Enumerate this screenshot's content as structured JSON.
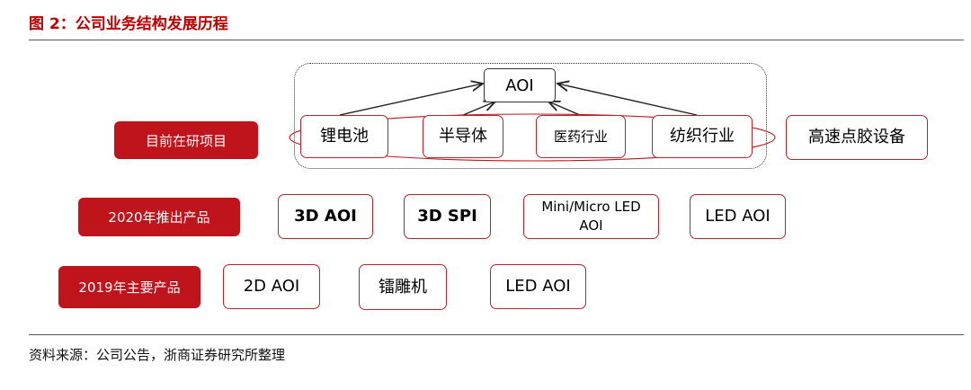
{
  "figure": {
    "title": "图 2：公司业务结构发展历程",
    "source": "资料来源：公司公告，浙商证券研究所整理"
  },
  "rows": [
    {
      "category": "目前在研项目",
      "items": [
        "锂电池",
        "半导体",
        "医药行业",
        "纺织行业",
        "高速点胶设备"
      ]
    },
    {
      "category": "2020年推出产品",
      "items": [
        "3D AOI",
        "3D SPI",
        "Mini/Micro LED AOI",
        "LED AOI"
      ]
    },
    {
      "category": "2019年主要产品",
      "items": [
        "2D AOI",
        "镭雕机",
        "LED AOI"
      ]
    }
  ],
  "aoi_node": "AOI",
  "colors": {
    "accent": "#c0141c",
    "border": "#b3262d",
    "title": "#c00000"
  }
}
